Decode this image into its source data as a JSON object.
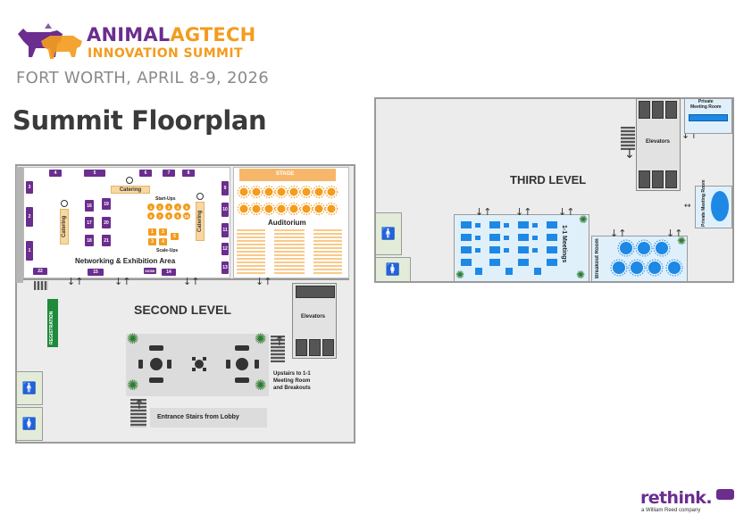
{
  "header": {
    "brand_part1": "ANIMAL",
    "brand_part2": "AGTECH",
    "brand_sub": "INNOVATION SUMMIT",
    "event": "FORT WORTH, APRIL 8-9, 2026",
    "page_title": "Summit Floorplan"
  },
  "colors": {
    "brand_purple": "#6b2d8e",
    "brand_orange": "#f39c1e",
    "meeting_blue": "#1e88e5",
    "planter_green": "#2e7d32"
  },
  "second_level": {
    "title": "SECOND LEVEL",
    "exhibit_area": "Networking & Exhibition Area",
    "catering": "Catering",
    "startups": "Start-Ups",
    "scaleups": "Scale-Ups",
    "stage": "STAGE",
    "auditorium": "Auditorium",
    "registration": "REGISTRATION",
    "elevators": "Elevators",
    "upstairs_line1": "Upstairs to 1-1",
    "upstairs_line2": "Meeting Room",
    "upstairs_line3": "and Breakouts",
    "entrance": "Entrance Stairs from Lobby",
    "booths_top": [
      "4",
      "5",
      "6",
      "7",
      "8"
    ],
    "booths_left": [
      "3",
      "2",
      "1"
    ],
    "booth_22": "22",
    "booth_15": "15",
    "booth_14": "14",
    "booth_kiosk": "KIOSK",
    "booths_right": [
      "9",
      "10",
      "11",
      "12",
      "13"
    ],
    "booths_center": [
      "16",
      "17",
      "18",
      "19",
      "20",
      "21"
    ],
    "startup_row1": [
      "1",
      "2",
      "3",
      "4",
      "5"
    ],
    "startup_row2": [
      "6",
      "7",
      "8",
      "9",
      "10"
    ],
    "scaleup_boxes": [
      "1",
      "2",
      "3",
      "4",
      "5"
    ]
  },
  "third_level": {
    "title": "THIRD LEVEL",
    "elevators": "Elevators",
    "private_room_top_line1": "Private",
    "private_room_top_line2": "Meeting Room",
    "private_room_side": "Private Meeting Room",
    "meetings": "1-1 Meetings",
    "breakout": "Breakout Room"
  },
  "footer": {
    "logo": "rethink.",
    "tagline": "a William Reed company"
  }
}
